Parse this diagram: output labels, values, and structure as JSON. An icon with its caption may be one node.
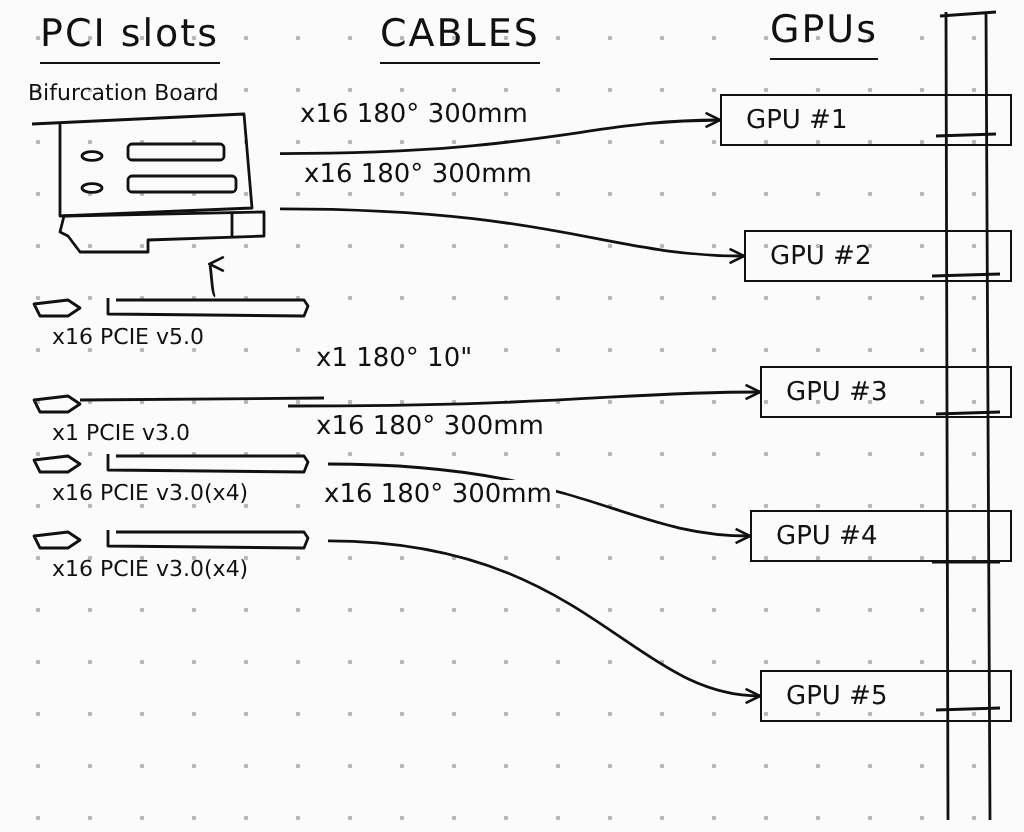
{
  "diagram": {
    "nodes": [
      {
        "text": [
          "Bifurcation Board"
        ]
      },
      {
        "text": [
          "x16 PCIE v5.0"
        ]
      },
      {
        "text": [
          "x1 PCIE v3.0"
        ]
      },
      {
        "text": [
          "x16 PCIE v3.0(x4)"
        ]
      },
      {
        "text": [
          "x16 PCIE v3.0(x4)"
        ]
      },
      {
        "text": [
          "GPU #1"
        ]
      },
      {
        "text": [
          "GPU #2"
        ]
      },
      {
        "text": [
          "GPU #3"
        ]
      },
      {
        "text": [
          "GPU #4"
        ]
      },
      {
        "text": [
          "GPU #5"
        ]
      }
    ],
    "edges": [
      {
        "from": 0,
        "to": 5,
        "arrow": "to",
        "label": "x16 180° 300mm"
      },
      {
        "from": 0,
        "to": 6,
        "arrow": "to",
        "label": "x16 180° 300mm"
      },
      {
        "from": 2,
        "to": 7,
        "arrow": "to",
        "label": "x1 180° 10\""
      },
      {
        "from": 3,
        "to": 8,
        "arrow": "to",
        "label": "x16 180° 300mm"
      },
      {
        "from": 4,
        "to": 9,
        "arrow": "to",
        "label": "x16 180° 300mm"
      },
      {
        "from": 1,
        "to": 0,
        "arrow": "to"
      }
    ],
    "labels": [
      "PCI slots",
      "CABLES",
      "GPUs"
    ]
  }
}
